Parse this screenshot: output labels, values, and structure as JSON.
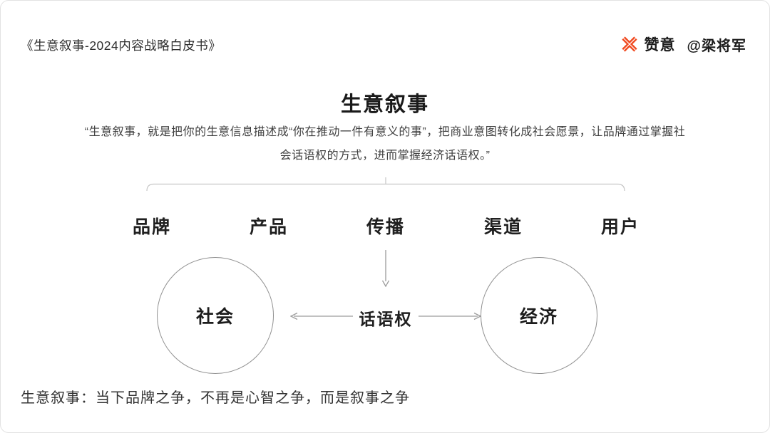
{
  "header": {
    "doc_title": "《生意叙事-2024内容战略白皮书》",
    "brand_name": "赞意",
    "author": "@梁将军",
    "logo_color": "#f0491f"
  },
  "slide": {
    "title": "生意叙事",
    "quote_lines": [
      "“生意叙事，就是把你的生意信息描述成“你在推动一件有意义的事”，把商业意图转化成社会愿景，让品牌通过掌握社",
      "会话语权的方式，进而掌握经济话语权。”"
    ],
    "categories": [
      "品牌",
      "产品",
      "传播",
      "渠道",
      "用户"
    ],
    "center_node": "话语权",
    "left_node": "社会",
    "right_node": "经济",
    "footer": "生意叙事：当下品牌之争，不再是心智之争，而是叙事之争"
  }
}
